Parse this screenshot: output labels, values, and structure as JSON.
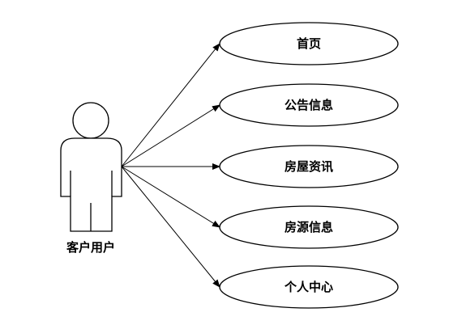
{
  "diagram": {
    "actor": {
      "label": "客户用户",
      "icon": "stick-figure-actor-icon"
    },
    "use_cases": [
      {
        "label": "首页"
      },
      {
        "label": "公告信息"
      },
      {
        "label": "房屋资讯"
      },
      {
        "label": "房源信息"
      },
      {
        "label": "个人中心"
      }
    ],
    "colors": {
      "stroke": "#000000",
      "fill": "#ffffff"
    }
  }
}
